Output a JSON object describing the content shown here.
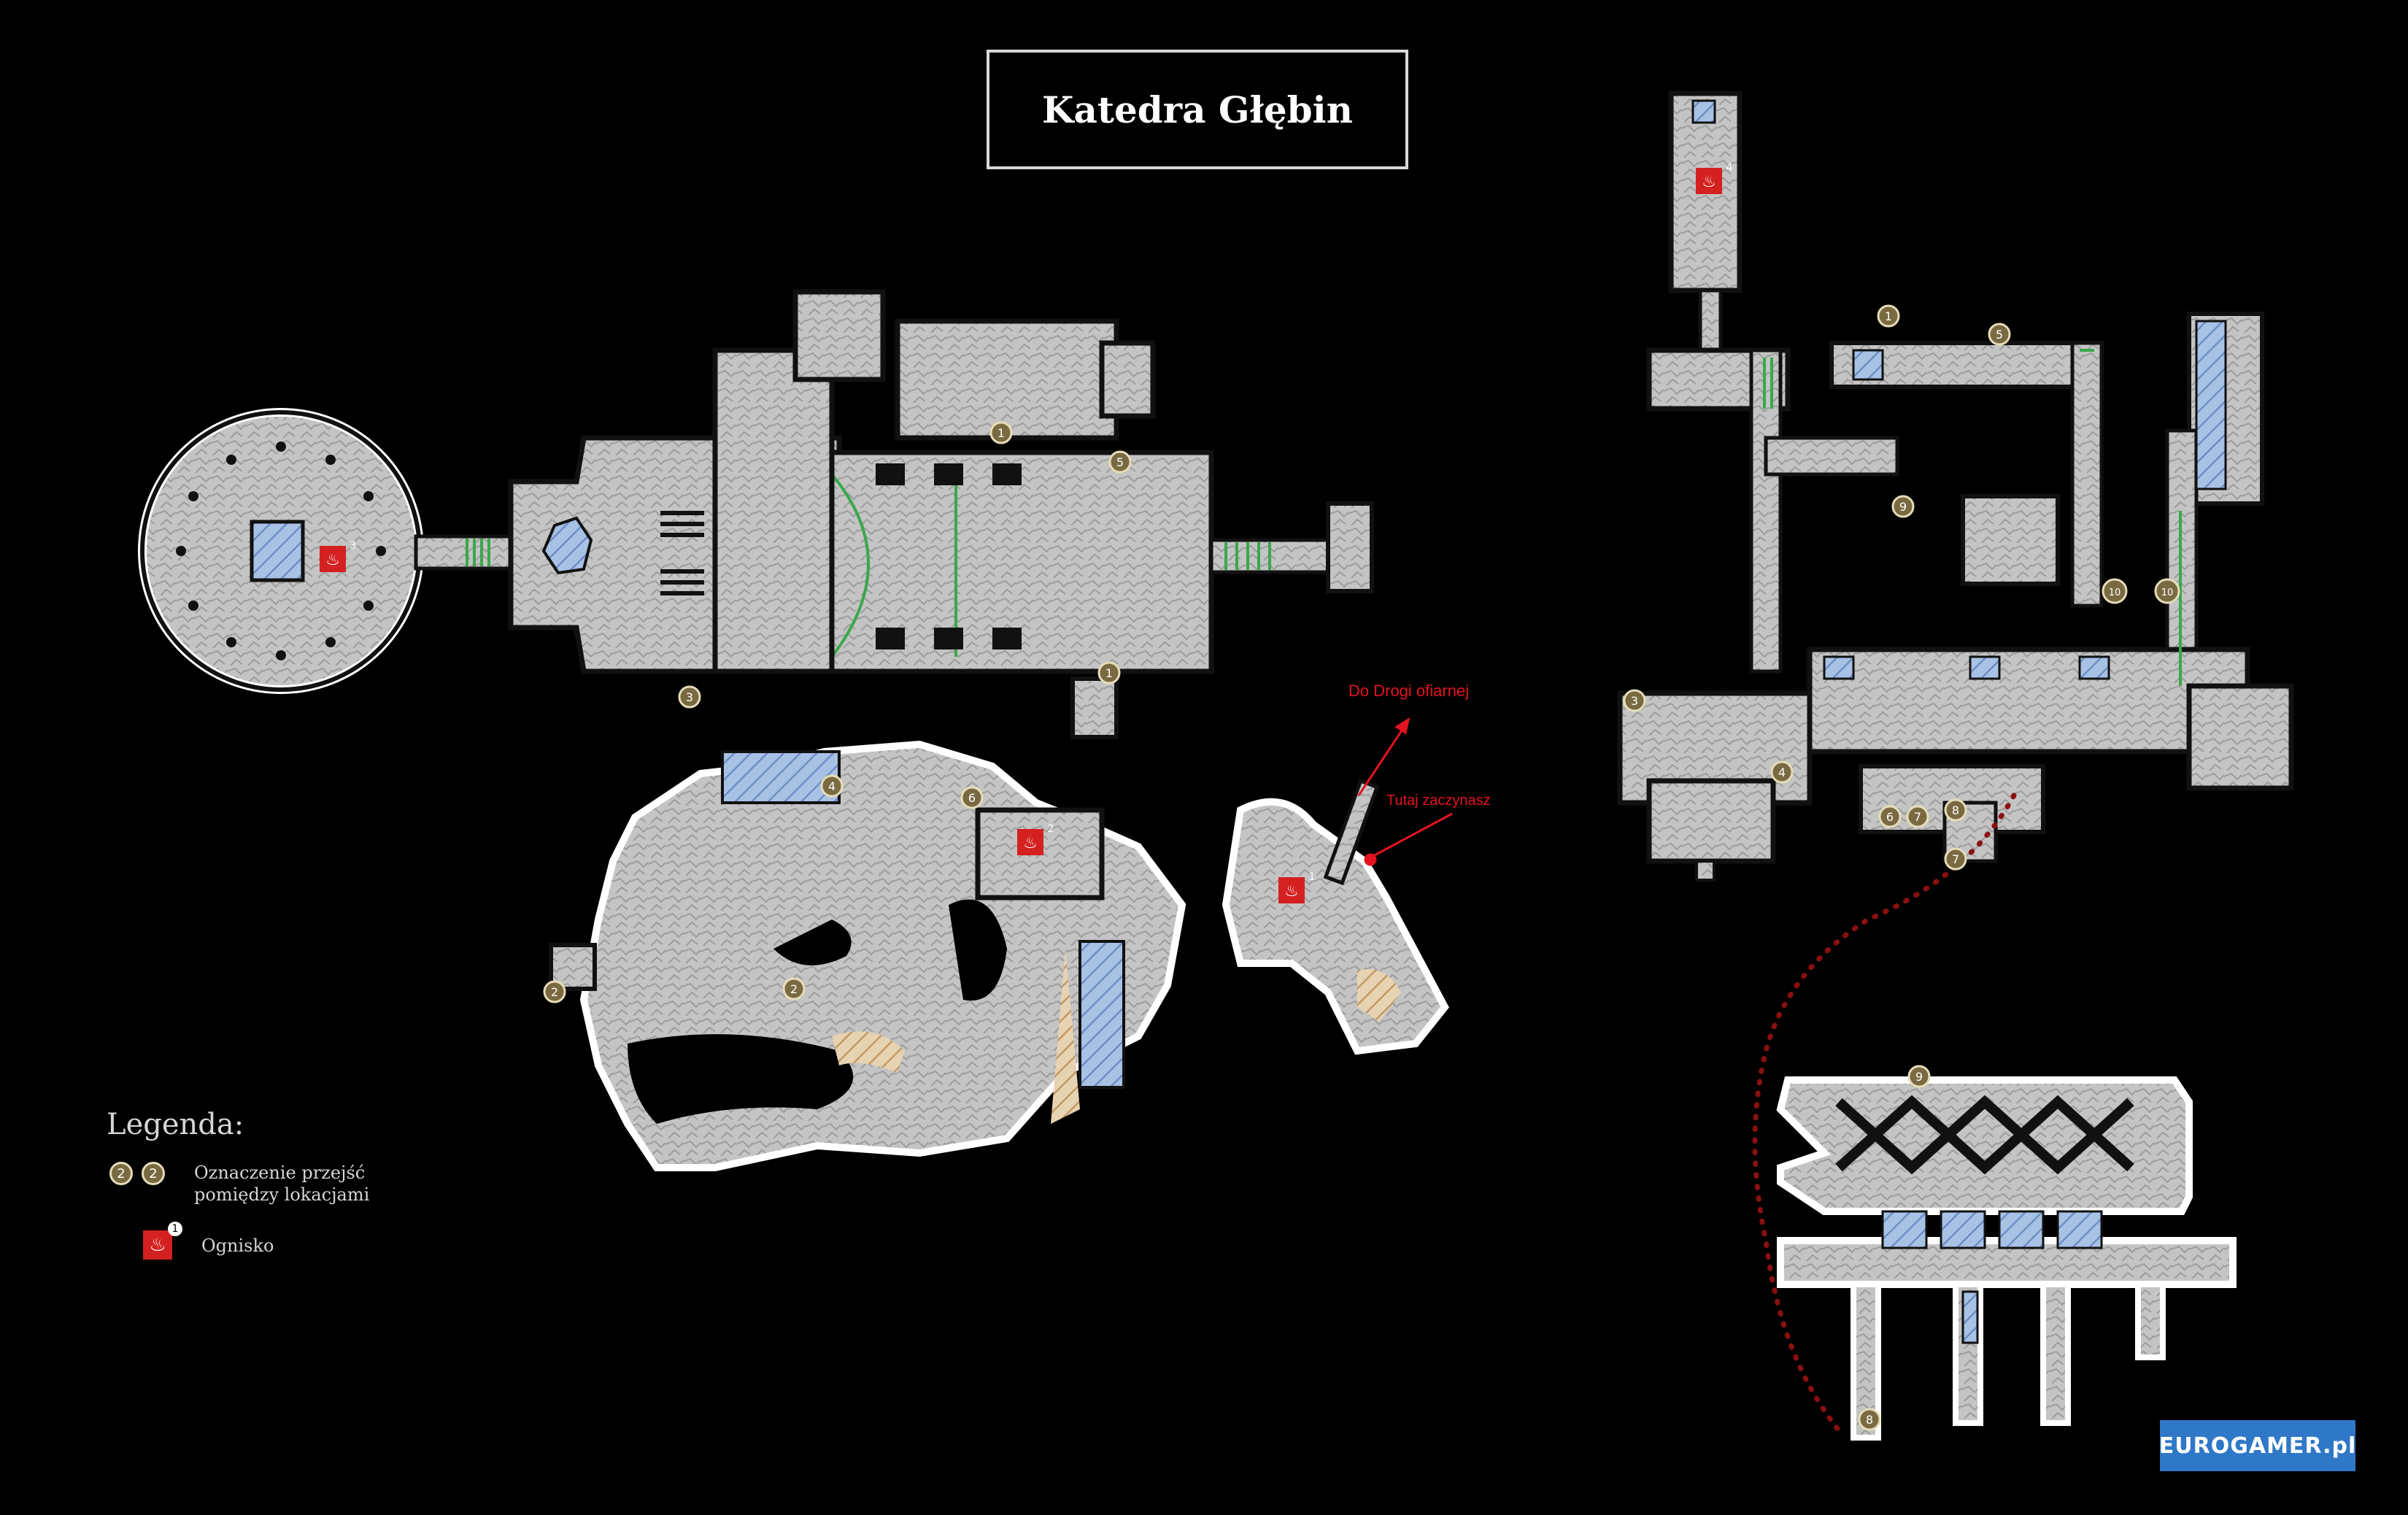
{
  "title": "Katedra Głębin",
  "legend": {
    "heading": "Legenda:",
    "transition_label": "Oznaczenie przejść pomiędzy lokacjami",
    "transition_marker": "2",
    "bonfire_label": "Ognisko",
    "bonfire_number": "1"
  },
  "annotations": {
    "to_sacrifice_road": "Do Drogi ofiarnej",
    "start_here": "Tutaj zaczynasz"
  },
  "logo": "EUROGAMER.pl",
  "colors": {
    "background": "#000000",
    "floor": "#c8c8c8",
    "wall": "#111111",
    "stairs": "#3aa84a",
    "water": "#86a9d8",
    "bonfire": "#d42020",
    "annotation": "#e3131f",
    "route": "#8a1010",
    "marker": "#7a6a42"
  }
}
